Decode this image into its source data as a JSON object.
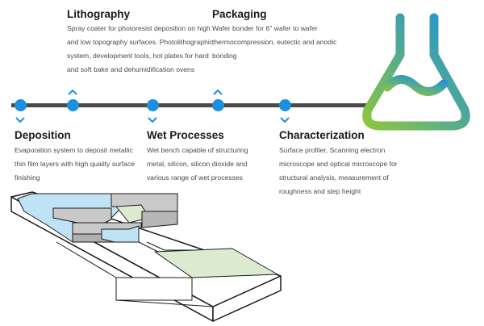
{
  "stages": [
    {
      "id": "deposition",
      "title": "Deposition",
      "description": "Evaporation system to deposit metallic thin film layers with high quality surface finishing"
    },
    {
      "id": "lithography",
      "title": "Lithography",
      "description": "Spray coater for photoresist deposition on high and low topography surfaces. Photolithographic system, development tools, hot plates for hard and soft bake and dehumidification ovens"
    },
    {
      "id": "wet-processes",
      "title": "Wet Processes",
      "description": "Wet bench capable of structuring metal, silicon, silicon dioxide and various range of wet processes"
    },
    {
      "id": "packaging",
      "title": "Packaging",
      "description": "Wafer bonder for 6\" wafer to wafer thermocompression, eutectic and anodic bonding"
    },
    {
      "id": "characterization",
      "title": "Characterization",
      "description": "Surface profiler, Scanning electron microscope and optical microscope for structural analysis, measurement of roughness and step height"
    }
  ],
  "colors": {
    "dot": "#1c8fe0",
    "line": "#4a4a4a",
    "flask_gradient_start": "#8cc63f",
    "flask_gradient_end": "#1c8fe0",
    "zone_blue": "#bfe3f5",
    "zone_green": "#dcebcf",
    "zone_gray": "#c9c9c9"
  },
  "icons": {
    "flask": "lab-flask-icon",
    "chevron_up": "chevron-up-icon",
    "chevron_down": "chevron-down-icon"
  }
}
